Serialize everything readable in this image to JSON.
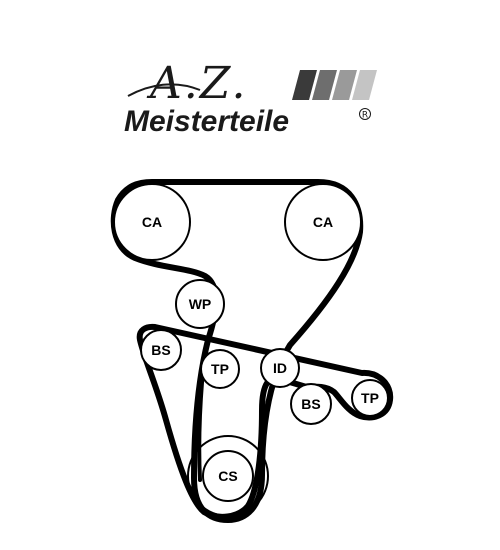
{
  "logo": {
    "script_text": "A.Z.",
    "brand_text": "Meisterteile",
    "registered_mark": "®",
    "bar_colors": [
      "#3a3a3a",
      "#6e6e6e",
      "#9a9a9a",
      "#c4c4c4"
    ]
  },
  "diagram": {
    "belt_color": "#000000",
    "pulley_fill": "#ffffff",
    "pulleys": [
      {
        "id": "ca-left",
        "label": "CA"
      },
      {
        "id": "ca-right",
        "label": "CA"
      },
      {
        "id": "wp",
        "label": "WP"
      },
      {
        "id": "bs-left",
        "label": "BS"
      },
      {
        "id": "tp-left",
        "label": "TP"
      },
      {
        "id": "id",
        "label": "ID"
      },
      {
        "id": "bs-right",
        "label": "BS"
      },
      {
        "id": "tp-right",
        "label": "TP"
      },
      {
        "id": "cs",
        "label": "CS"
      }
    ]
  }
}
